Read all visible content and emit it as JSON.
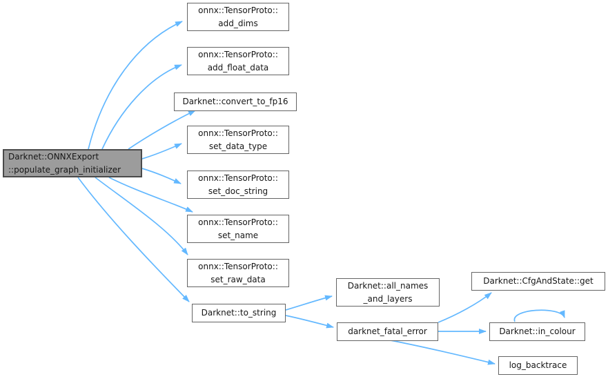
{
  "diagram": {
    "title": "call graph for Darknet::ONNXExport::populate_graph_initializer",
    "colors": {
      "background": "#ffffff",
      "edge": "#63b8ff",
      "node_fill": "#ffffff",
      "node_border": "#636363",
      "root_fill": "#9c9c9c",
      "root_border": "#4a4a4a",
      "text": "#161616"
    },
    "nodes": [
      {
        "id": "populate_graph_initializer",
        "role": "root",
        "label": "Darknet::ONNXExport::populate_graph_initializer",
        "lines": [
          "Darknet::ONNXExport",
          "::populate_graph_initializer"
        ]
      },
      {
        "id": "add_dims",
        "role": "callee",
        "label": "onnx::TensorProto::add_dims",
        "lines": [
          "onnx::TensorProto::",
          "add_dims"
        ]
      },
      {
        "id": "add_float_data",
        "role": "callee",
        "label": "onnx::TensorProto::add_float_data",
        "lines": [
          "onnx::TensorProto::",
          "add_float_data"
        ]
      },
      {
        "id": "convert_to_fp16",
        "role": "callee",
        "label": "Darknet::convert_to_fp16",
        "lines": [
          "Darknet::convert_to_fp16"
        ]
      },
      {
        "id": "set_data_type",
        "role": "callee",
        "label": "onnx::TensorProto::set_data_type",
        "lines": [
          "onnx::TensorProto::",
          "set_data_type"
        ]
      },
      {
        "id": "set_doc_string",
        "role": "callee",
        "label": "onnx::TensorProto::set_doc_string",
        "lines": [
          "onnx::TensorProto::",
          "set_doc_string"
        ]
      },
      {
        "id": "set_name",
        "role": "callee",
        "label": "onnx::TensorProto::set_name",
        "lines": [
          "onnx::TensorProto::",
          "set_name"
        ]
      },
      {
        "id": "set_raw_data",
        "role": "callee",
        "label": "onnx::TensorProto::set_raw_data",
        "lines": [
          "onnx::TensorProto::",
          "set_raw_data"
        ]
      },
      {
        "id": "to_string",
        "role": "callee",
        "label": "Darknet::to_string",
        "lines": [
          "Darknet::to_string"
        ]
      },
      {
        "id": "all_names_and_layers",
        "role": "callee",
        "label": "Darknet::all_names_and_layers",
        "lines": [
          "Darknet::all_names",
          "_and_layers"
        ]
      },
      {
        "id": "darknet_fatal_error",
        "role": "callee",
        "label": "darknet_fatal_error",
        "lines": [
          "darknet_fatal_error"
        ]
      },
      {
        "id": "cfgandstate_get",
        "role": "callee",
        "label": "Darknet::CfgAndState::get",
        "lines": [
          "Darknet::CfgAndState::get"
        ]
      },
      {
        "id": "in_colour",
        "role": "callee",
        "label": "Darknet::in_colour",
        "lines": [
          "Darknet::in_colour"
        ]
      },
      {
        "id": "log_backtrace",
        "role": "callee",
        "label": "log_backtrace",
        "lines": [
          "log_backtrace"
        ]
      }
    ],
    "edges": [
      {
        "from": "populate_graph_initializer",
        "to": "add_dims"
      },
      {
        "from": "populate_graph_initializer",
        "to": "add_float_data"
      },
      {
        "from": "populate_graph_initializer",
        "to": "convert_to_fp16"
      },
      {
        "from": "populate_graph_initializer",
        "to": "set_data_type"
      },
      {
        "from": "populate_graph_initializer",
        "to": "set_doc_string"
      },
      {
        "from": "populate_graph_initializer",
        "to": "set_name"
      },
      {
        "from": "populate_graph_initializer",
        "to": "set_raw_data"
      },
      {
        "from": "populate_graph_initializer",
        "to": "to_string"
      },
      {
        "from": "to_string",
        "to": "all_names_and_layers"
      },
      {
        "from": "to_string",
        "to": "darknet_fatal_error"
      },
      {
        "from": "darknet_fatal_error",
        "to": "cfgandstate_get"
      },
      {
        "from": "darknet_fatal_error",
        "to": "in_colour"
      },
      {
        "from": "darknet_fatal_error",
        "to": "log_backtrace"
      },
      {
        "from": "in_colour",
        "to": "in_colour"
      }
    ]
  }
}
